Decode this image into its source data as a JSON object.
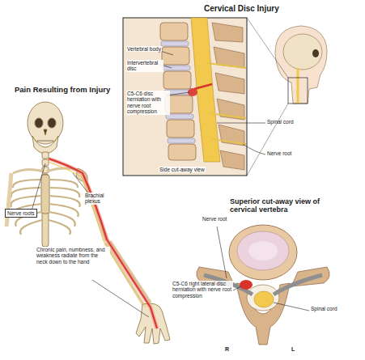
{
  "diagram": {
    "labels": [
      "Pain Resulting from Injury",
      "Cervical Disc Injury",
      "Vertebral body",
      "Intervertebral disc",
      "C5-C6 disc herniation with nerve root compression",
      "Spinal cord",
      "Nerve root",
      "Side cut-away view",
      "Brachial plexus",
      "Nerve roots",
      "Chronic pain, numbness, and weakness radiate from the neck down to the hand",
      "Superior cut-away view of cervical vertebra",
      "Nerve root",
      "C5-C6 right lateral disc herniation with nerve root compression",
      "Spinal cord",
      "R",
      "L"
    ]
  }
}
